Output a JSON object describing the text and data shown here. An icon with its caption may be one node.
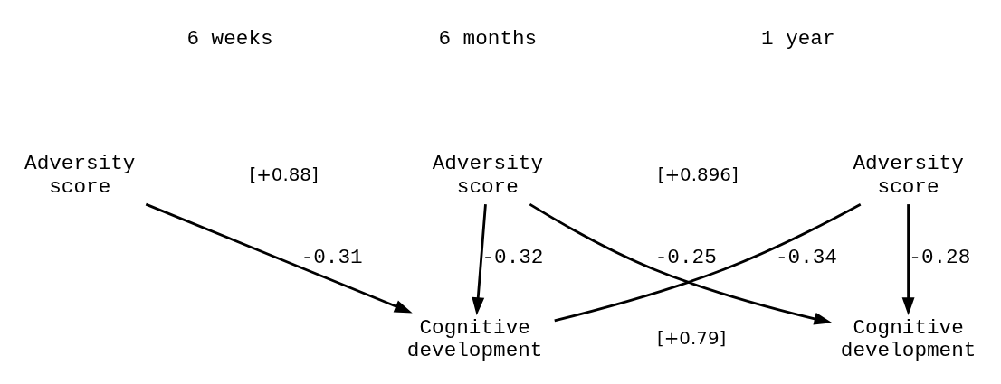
{
  "diagram": {
    "nodes": [
      {
        "text": [
          "Adversity score"
        ]
      },
      {
        "text": [
          "Adversity score"
        ]
      },
      {
        "text": [
          "Adversity score"
        ]
      },
      {
        "text": [
          "Cognitive development"
        ]
      },
      {
        "text": [
          "Cognitive development"
        ]
      }
    ],
    "edges": [
      {
        "from": 0,
        "to": 3,
        "arrow": "to",
        "label": "-0.31"
      },
      {
        "from": 1,
        "to": 3,
        "arrow": "to",
        "label": "-0.32"
      },
      {
        "from": 1,
        "to": 4,
        "arrow": "to",
        "label": "-0.25"
      },
      {
        "from": 3,
        "to": 2,
        "arrow": "none",
        "label": "-0.34"
      },
      {
        "from": 2,
        "to": 4,
        "arrow": "to",
        "label": "-0.28"
      }
    ],
    "labels": [
      "6 weeks",
      "6 months",
      "1 year",
      "[+0.88]",
      "[+0.896]",
      "[+0.79]"
    ]
  }
}
